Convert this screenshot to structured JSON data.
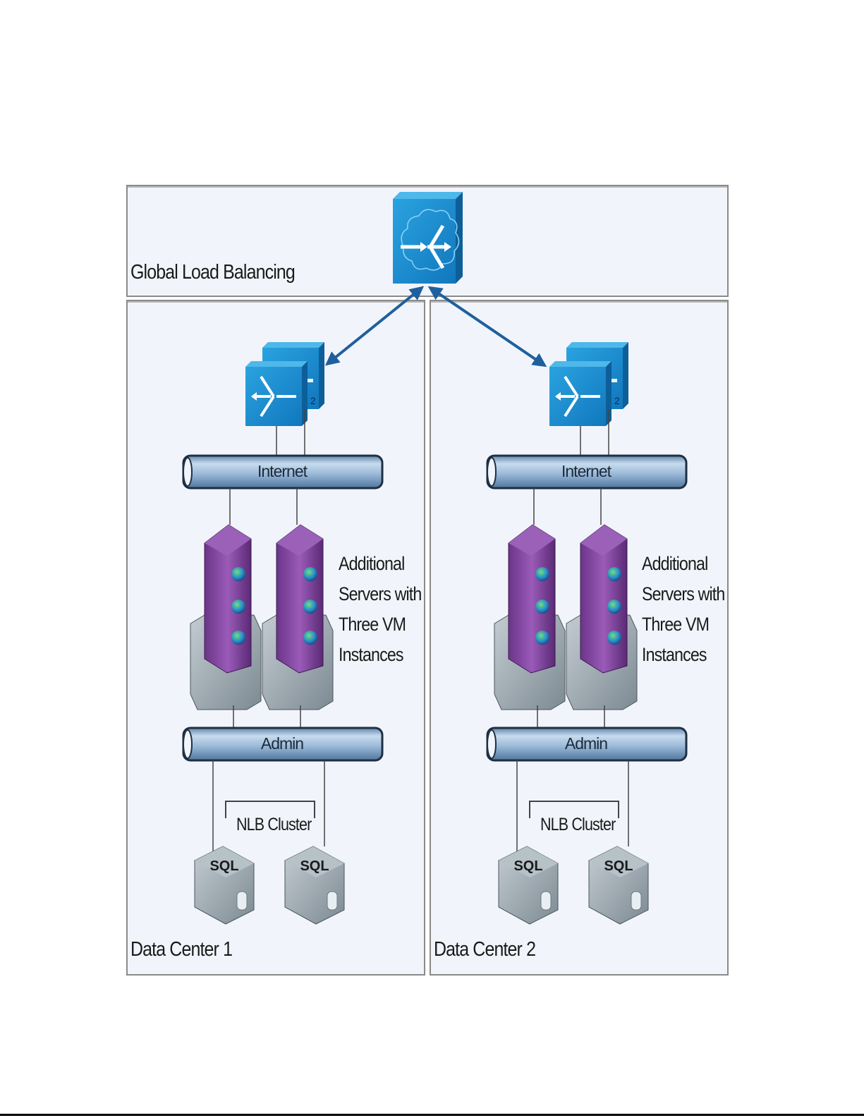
{
  "title": "Global Load Balancing",
  "global": {
    "label": "Global Load Balancing",
    "device": "global-load-balancer-icon"
  },
  "data_centers": [
    {
      "label": "Data Center 1",
      "load_balancer_badge": "2",
      "internet_bus": "Internet",
      "admin_bus": "Admin",
      "vm_servers_note": [
        "Additional",
        "Servers with",
        "Three VM",
        "Instances"
      ],
      "vm_hosts": 2,
      "vm_instances_per_host": 3,
      "cluster_label": "NLB Cluster",
      "sql_servers": [
        "SQL",
        "SQL"
      ]
    },
    {
      "label": "Data Center 2",
      "load_balancer_badge": "2",
      "internet_bus": "Internet",
      "admin_bus": "Admin",
      "vm_servers_note": [
        "Additional",
        "Servers with",
        "Three VM",
        "Instances"
      ],
      "vm_hosts": 2,
      "vm_instances_per_host": 3,
      "cluster_label": "NLB Cluster",
      "sql_servers": [
        "SQL",
        "SQL"
      ]
    }
  ],
  "colors": {
    "panel_bg": "#f1f5fb",
    "panel_border": "#8a8a8a",
    "device_blue": "#1a8fd0",
    "arrow_blue": "#1f5f9e",
    "bus_blue": "#9cbbd9",
    "vm_purple": "#8a4ba6",
    "server_gray": "#9eaab2"
  }
}
